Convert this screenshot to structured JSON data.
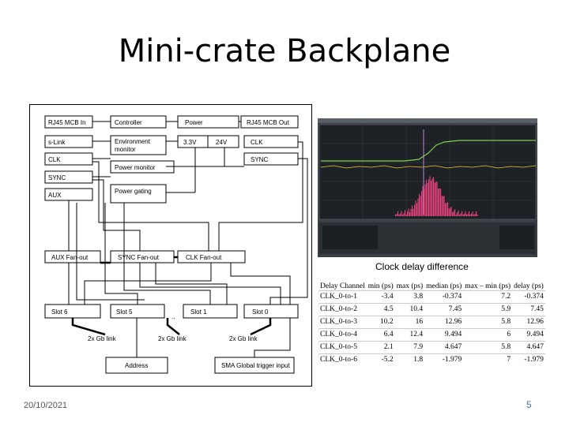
{
  "slide": {
    "title": "Mini-crate Backplane",
    "date": "20/10/2021",
    "page_number": "5"
  },
  "diagram": {
    "rj45_mcb_in": "RJ45 MCB In",
    "controller": "Controller",
    "power": "Power",
    "rj45_mcb_out": "RJ45 MCB Out",
    "s_link": "s-Link",
    "environment_monitor_line1": "Environment",
    "environment_monitor_line2": "monitor",
    "v33": "3.3V",
    "v24": "24V",
    "clk_out": "CLK",
    "clk_in": "CLK",
    "sync_out": "SYNC",
    "power_monitor": "Power monitor",
    "sync_in": "SYNC",
    "aux": "AUX",
    "power_gating": "Power gating",
    "aux_fanout": "AUX Fan-out",
    "sync_fanout": "SYNC Fan-out",
    "clk_fanout": "CLK Fan-out",
    "slot6": "Slot 6",
    "slot5": "Slot 5",
    "slot_ellipsis": "..",
    "slot1": "Slot 1",
    "slot0": "Slot 0",
    "gb_link_left": "2x Gb link",
    "gb_link_mid": "2x Gb link",
    "gb_link_right": "2x Gb link",
    "address": "Address",
    "sma_trigger": "SMA Global trigger input"
  },
  "clock_delay": {
    "title": "Clock delay difference",
    "headers": [
      "Delay Channel",
      "min (ps)",
      "max (ps)",
      "median (ps)",
      "max – min (ps)",
      "delay (ps)"
    ],
    "rows": [
      [
        "CLK_0-to-1",
        "-3.4",
        "3.8",
        "-0.374",
        "7.2",
        "-0.374"
      ],
      [
        "CLK_0-to-2",
        "4.5",
        "10.4",
        "7.45",
        "5.9",
        "7.45"
      ],
      [
        "CLK_0-to-3",
        "10.2",
        "16",
        "12.96",
        "5.8",
        "12.96"
      ],
      [
        "CLK_0-to-4",
        "6.4",
        "12.4",
        "9.494",
        "6",
        "9.494"
      ],
      [
        "CLK_0-to-5",
        "2.1",
        "7.9",
        "4.647",
        "5.8",
        "4.647"
      ],
      [
        "CLK_0-to-6",
        "-5.2",
        "1.8",
        "-1.979",
        "7",
        "-1.979"
      ]
    ]
  },
  "colors": {
    "page_number": "#4a74b4",
    "scope_background": "#3a3f45",
    "scope_histogram": "#e8427c",
    "scope_trace_yellow": "#e8c832",
    "scope_trace_green": "#7fd14a"
  }
}
